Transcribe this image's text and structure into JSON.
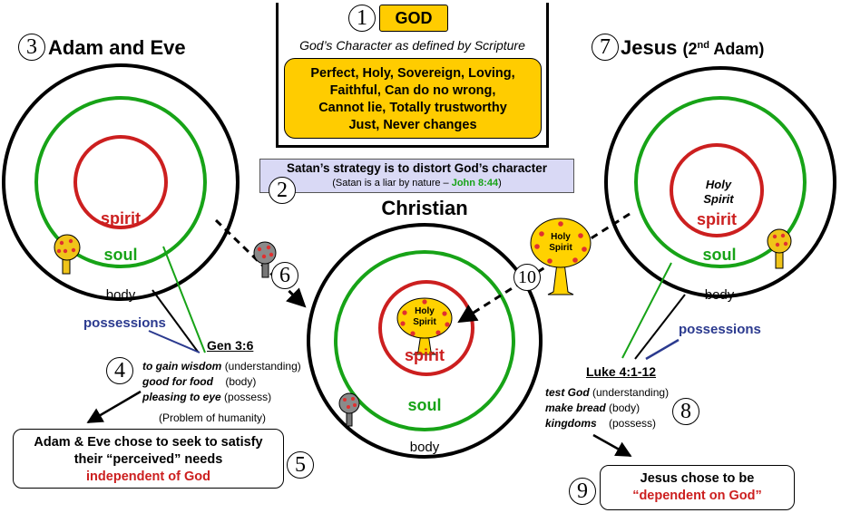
{
  "god_box": {
    "number": "1",
    "badge": "GOD",
    "subtitle": "God’s Character as defined by Scripture",
    "lines": [
      "Perfect, Holy, Sovereign, Loving,",
      "Faithful, Can do no wrong,",
      "Cannot lie, Totally trustworthy",
      "Just, Never changes"
    ]
  },
  "satan_box": {
    "number": "2",
    "line1": "Satan’s strategy is to distort God’s character",
    "line2_prefix": "(Satan is a liar by nature – ",
    "line2_ref": "John 8:44",
    "line2_suffix": ")"
  },
  "adam": {
    "number": "3",
    "title": "Adam and Eve",
    "spirit": "spirit",
    "soul": "soul",
    "body": "body",
    "possessions": "possessions"
  },
  "gen": {
    "number": "4",
    "ref": "Gen 3:6",
    "items": [
      {
        "term": "to gain wisdom",
        "note": "(understanding)"
      },
      {
        "term": "good for food",
        "note": "(body)"
      },
      {
        "term": "pleasing to eye",
        "note": "(possess)"
      }
    ],
    "problem": "(Problem of humanity)"
  },
  "adam_choice": {
    "number": "5",
    "line1": "Adam & Eve chose to seek to satisfy",
    "line2": "their “perceived” needs",
    "line3": "independent of God"
  },
  "six": {
    "number": "6"
  },
  "christian": {
    "title": "Christian",
    "tree_label_1": "Holy",
    "tree_label_2": "Spirit",
    "spirit": "spirit",
    "soul": "soul",
    "body": "body"
  },
  "jesus": {
    "number": "7",
    "title_main": "Jesus",
    "title_open": "(2",
    "title_sup": "nd",
    "title_close": "Adam)",
    "holy_1": "Holy",
    "holy_2": "Spirit",
    "spirit": "spirit",
    "soul": "soul",
    "body": "body",
    "possessions": "possessions"
  },
  "luke": {
    "number": "8",
    "ref": "Luke 4:1-12",
    "items": [
      {
        "term": "test God",
        "note": "(understanding)"
      },
      {
        "term": "make bread",
        "note": "(body)"
      },
      {
        "term": "kingdoms",
        "note": "(possess)"
      }
    ]
  },
  "jesus_choice": {
    "number": "9",
    "line1": "Jesus chose to be",
    "line2": "“dependent on God”"
  },
  "ten": {
    "number": "10",
    "tree_label_1": "Holy",
    "tree_label_2": "Spirit"
  },
  "colors": {
    "spirit_red": "#cc1f1f",
    "soul_green": "#17a317",
    "possessions_blue": "#2b3a8f",
    "god_yellow": "#ffcc00",
    "satan_lavender": "#d9d9f5"
  }
}
